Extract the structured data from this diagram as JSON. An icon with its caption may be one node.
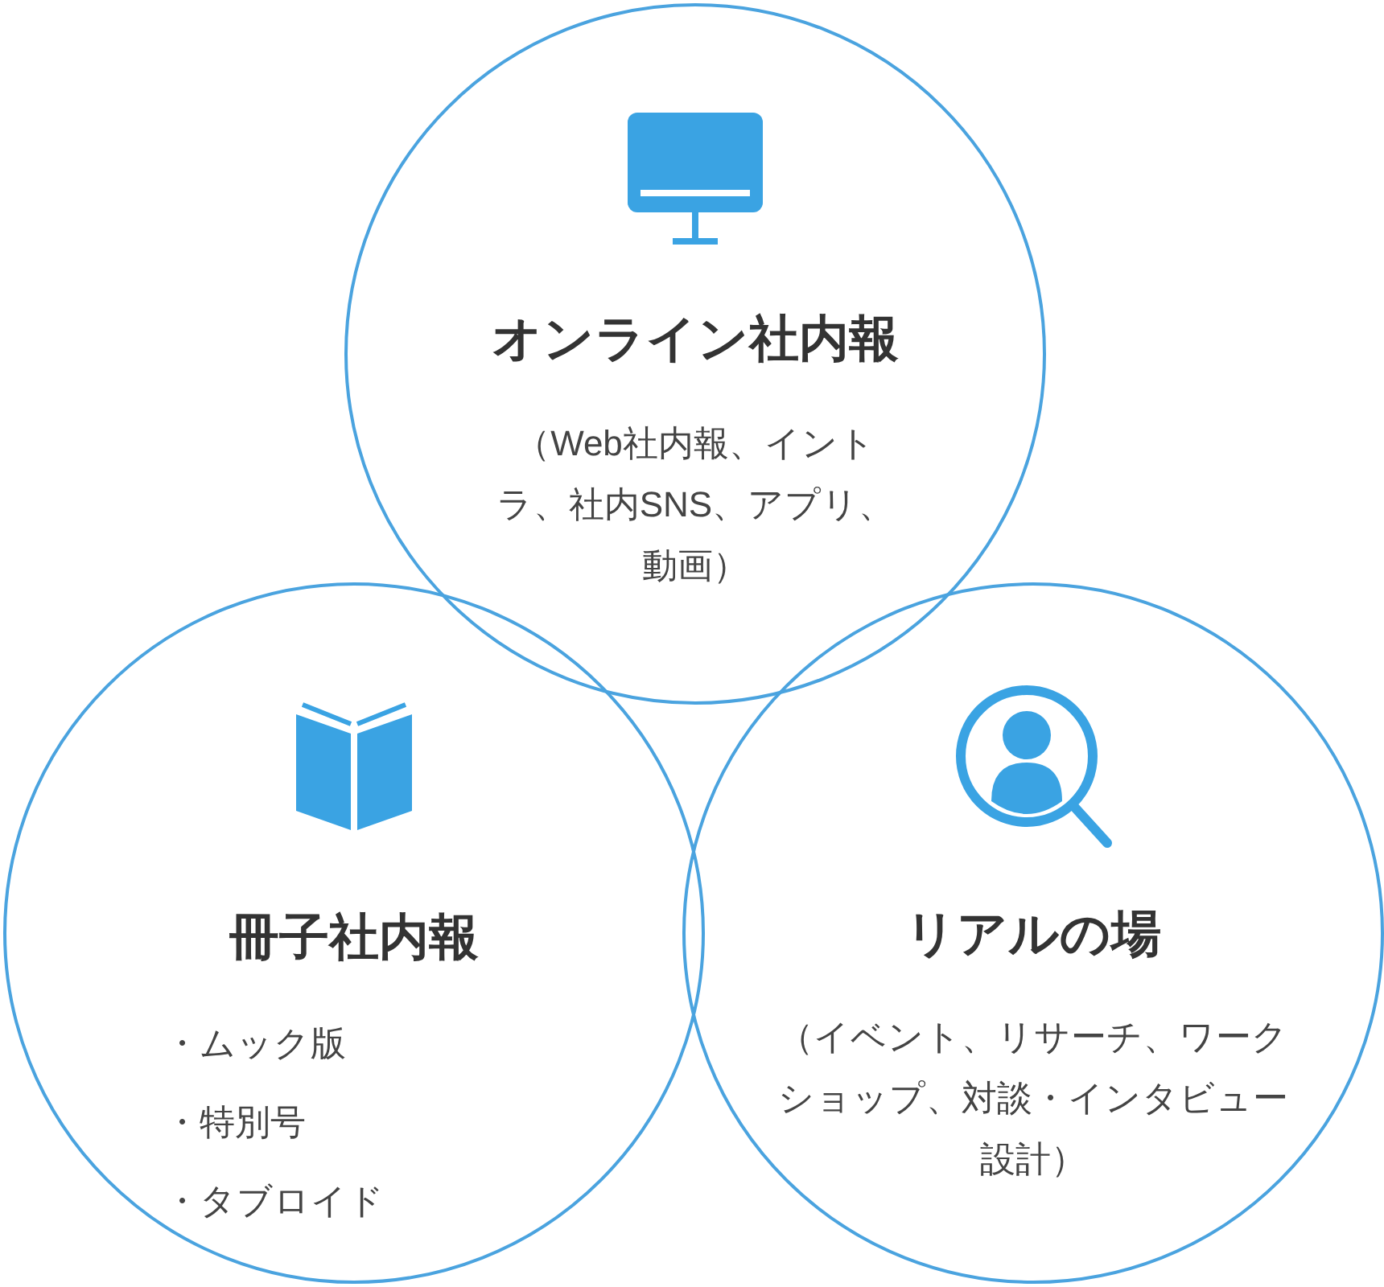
{
  "diagram": {
    "nodes": [
      {
        "text": [
          "オンライン社内報",
          "（Web社内報、イントラ、社内SNS、アプリ、動画）"
        ]
      },
      {
        "text": [
          "冊子社内報",
          "・ムック版",
          "・特別号",
          "・タブロイド"
        ]
      },
      {
        "text": [
          "リアルの場",
          "（イベント、リサーチ、ワークショップ、対談・インタビュー設計）"
        ]
      }
    ]
  }
}
